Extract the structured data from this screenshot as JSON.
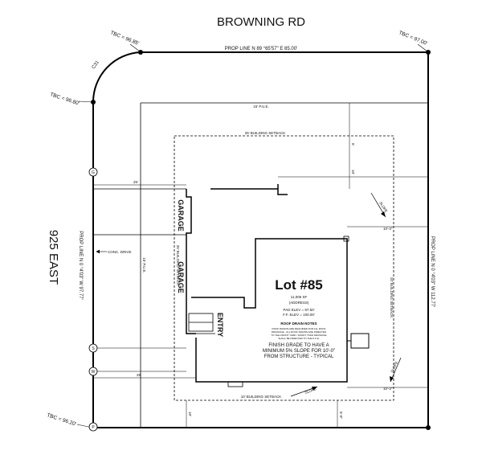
{
  "streets": {
    "north": "BROWNING RD",
    "west": "925 EAST"
  },
  "tbc": {
    "top_left": "TBC = 96.85'",
    "top_right": "TBC = 97.00'",
    "left_upper": "TBC = 96.80'",
    "bottom_left": "TBC = 96.20'"
  },
  "curve_label": "C31",
  "property_lines": {
    "north": "PROP LINE N 89 °65'57\" E 85.00'",
    "west": "PROP LINE N 0 °4'03\" W 97.77'",
    "east": "PROP LINE N 0 °4'03\" W 112.77'"
  },
  "setbacks": {
    "pue_top": "15' P.U.E.",
    "pue_left": "15' P.U.E.",
    "front": "25' BUILDING SETBACK",
    "rear": "10' BUILDING SETBACK",
    "side_left": "25' BUILDING SETBACK",
    "side_right": "10' BUILDING SETBACK"
  },
  "labels": {
    "garage_1": "GARAGE",
    "garage_2": "GARAGE",
    "entry": "ENTRY",
    "conc_drive": "CONC. DRIVE",
    "slope": "SLOPE"
  },
  "lot": {
    "title": "Lot #85",
    "area": "11,005 SF",
    "address": "(ADDRESS)",
    "pad_elev": "PAD ELEV = 97.50'",
    "ff_elev": "F.F. ELEV = 100.00'",
    "roof_title": "ROOF DRAIN NOTES",
    "roof_l1": "ROOF DRAINS ARE REQUIRED FOR ALL ROOF",
    "roof_l2": "DRAINAGE - ALL ROOF DRAINS ARE DIRECTED",
    "roof_l3": "TO THE FRONT YARD / FRONT YARD DRAINAGE",
    "roof_l4": "SHALL BE DIRECTED TO THE P.U.E.",
    "finish_1": "FINISH GRADE TO HAVE A",
    "finish_2": "MINIMUM 5% SLOPE FOR 10'-0\"",
    "finish_3": "FROM STRUCTURE - TYPICAL"
  },
  "utility_markers": {
    "g": "G",
    "s": "S",
    "w": "W",
    "p": "P"
  },
  "dims": {
    "d_top": "5'",
    "d_front_left": "25'",
    "d_right_top": "10'",
    "d_right_mid": "10'-3\"",
    "d_right_low": "10'-3\"",
    "d_bottom": "10'",
    "d_left": "25'",
    "d_inner": "5'-0\""
  }
}
